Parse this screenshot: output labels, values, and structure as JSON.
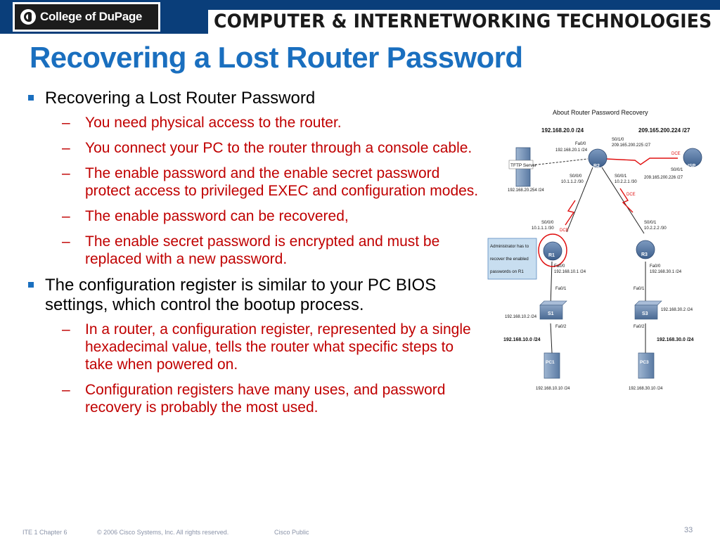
{
  "header": {
    "logo_text": "College of DuPage",
    "banner": "COMPUTER & INTERNETWORKING TECHNOLOGIES"
  },
  "title": "Recovering a Lost Router Password",
  "bullets": [
    {
      "text": "Recovering a Lost Router Password",
      "subs": [
        "You need physical access to the router.",
        "You connect your PC to the router through a console cable.",
        "The enable password and the enable secret password protect access to privileged EXEC and configuration modes.",
        "The enable password can be recovered,",
        "The enable secret password is encrypted and must be replaced with a new password."
      ]
    },
    {
      "text": "The configuration register is similar to your PC BIOS settings, which control the bootup process.",
      "subs": [
        "In a router, a configuration register, represented by a single hexadecimal value, tells the router what specific steps to take when powered on.",
        "Configuration registers have many uses, and password recovery is probably the most used."
      ]
    }
  ],
  "diagram": {
    "title": "About Router Password Recovery",
    "net_top_left": "192.168.20.0 /24",
    "net_top_right": "209.165.200.224 /27",
    "tftp_label": "TFTP Server",
    "tftp_ip": "192.168.20.254 /24",
    "r2_fa": "Fa0/0",
    "r2_fa_ip": "192.168.20.1 /24",
    "r2_s010": "S0/1/0",
    "r2_s010_ip": "209.165.200.225 /27",
    "r2_s000": "S0/0/0",
    "r2_s000_ip": "10.1.1.2 /30",
    "r2_s001": "S0/0/1",
    "r2_s001_ip": "10.2.2.1 /30",
    "isp_s001": "S0/0/1",
    "isp_s001_ip": "209.165.200.226 /27",
    "dce": "DCE",
    "r1_s000": "S0/0/0",
    "r1_s000_ip": "10.1.1.1 /30",
    "r3_s001": "S0/0/1",
    "r3_s001_ip": "10.2.2.2 /30",
    "callout": [
      "Administrator has to",
      "recover the enabled",
      "passwords on R1"
    ],
    "r1_fa": "Fa0/0",
    "r1_fa_ip": "192.168.10.1 /24",
    "r3_fa": "Fa0/0",
    "r3_fa_ip": "192.168.30.1 /24",
    "s1_fa01": "Fa0/1",
    "s3_fa01": "Fa0/1",
    "s1_ip": "192.168.10.2 /24",
    "s3_ip": "192.168.30.2 /24",
    "s1_fa02": "Fa0/2",
    "s3_fa02": "Fa0/2",
    "net_left": "192.168.10.0 /24",
    "net_right": "192.168.30.0 /24",
    "pc1_ip": "192.168.10.10 /24",
    "pc3_ip": "192.168.30.10 /24",
    "devices": {
      "r1": "R1",
      "r2": "R2",
      "r3": "R3",
      "isp": "ISP",
      "s1": "S1",
      "s3": "S3",
      "pc1": "PC1",
      "pc3": "PC3"
    }
  },
  "footer": {
    "chapter": "ITE 1 Chapter 6",
    "copyright": "© 2006 Cisco Systems, Inc. All rights reserved.",
    "classification": "Cisco Public",
    "page": "33"
  },
  "colors": {
    "header_blue": "#0a3e7a",
    "title_blue": "#1a6fbf",
    "sub_red": "#c00000",
    "device_blue": "#4a6f9a"
  }
}
